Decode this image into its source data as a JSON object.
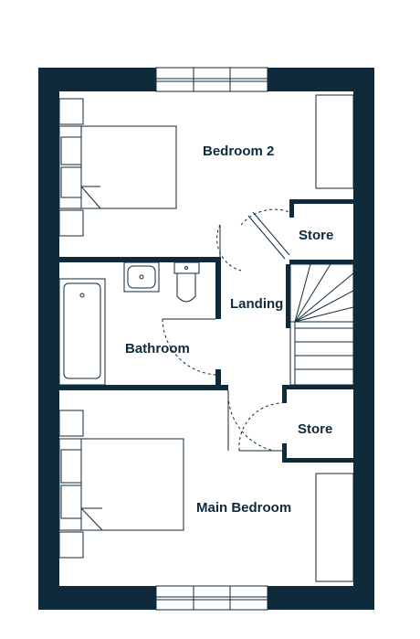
{
  "plan": {
    "colors": {
      "wall": "#0f2a3b",
      "background": "#ffffff"
    },
    "rooms": {
      "bedroom2": "Bedroom 2",
      "store_upper": "Store",
      "landing": "Landing",
      "bathroom": "Bathroom",
      "store_lower": "Store",
      "main_bedroom": "Main Bedroom"
    }
  }
}
